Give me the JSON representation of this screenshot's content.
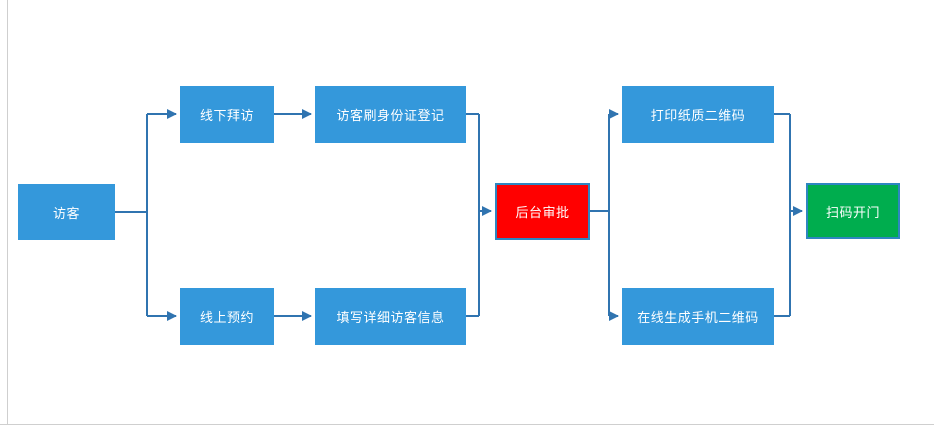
{
  "page": {
    "frame_color": "#cfcfcf",
    "background": "#ffffff"
  },
  "palette": {
    "node_blue": "#3498db",
    "node_red": "#ff0000",
    "node_green": "#00ad4e",
    "node_border_blue": "#2e86c1",
    "connector": "#3074b0",
    "node_text": "#ffffff"
  },
  "flowchart": {
    "title": "visitor-access-flow",
    "nodes": [
      {
        "id": "visitor",
        "label": "访客",
        "fill": "#3498db",
        "border": ""
      },
      {
        "id": "offline-visit",
        "label": "线下拜访",
        "fill": "#3498db",
        "border": ""
      },
      {
        "id": "id-card-register",
        "label": "访客刷身份证登记",
        "fill": "#3498db",
        "border": ""
      },
      {
        "id": "online-booking",
        "label": "线上预约",
        "fill": "#3498db",
        "border": ""
      },
      {
        "id": "fill-visitor-info",
        "label": "填写详细访客信息",
        "fill": "#3498db",
        "border": ""
      },
      {
        "id": "backend-approval",
        "label": "后台审批",
        "fill": "#ff0000",
        "border": "#2e86c1"
      },
      {
        "id": "print-paper-qrcode",
        "label": "打印纸质二维码",
        "fill": "#3498db",
        "border": ""
      },
      {
        "id": "online-phone-qrcode",
        "label": "在线生成手机二维码",
        "fill": "#3498db",
        "border": ""
      },
      {
        "id": "scan-to-open-door",
        "label": "扫码开门",
        "fill": "#00ad4e",
        "border": "#2e86c1"
      }
    ],
    "edges": [
      {
        "from": "visitor",
        "to": "offline-visit"
      },
      {
        "from": "visitor",
        "to": "online-booking"
      },
      {
        "from": "offline-visit",
        "to": "id-card-register"
      },
      {
        "from": "online-booking",
        "to": "fill-visitor-info"
      },
      {
        "from": "id-card-register",
        "to": "backend-approval"
      },
      {
        "from": "fill-visitor-info",
        "to": "backend-approval"
      },
      {
        "from": "backend-approval",
        "to": "print-paper-qrcode"
      },
      {
        "from": "backend-approval",
        "to": "online-phone-qrcode"
      },
      {
        "from": "print-paper-qrcode",
        "to": "scan-to-open-door"
      },
      {
        "from": "online-phone-qrcode",
        "to": "scan-to-open-door"
      }
    ]
  }
}
